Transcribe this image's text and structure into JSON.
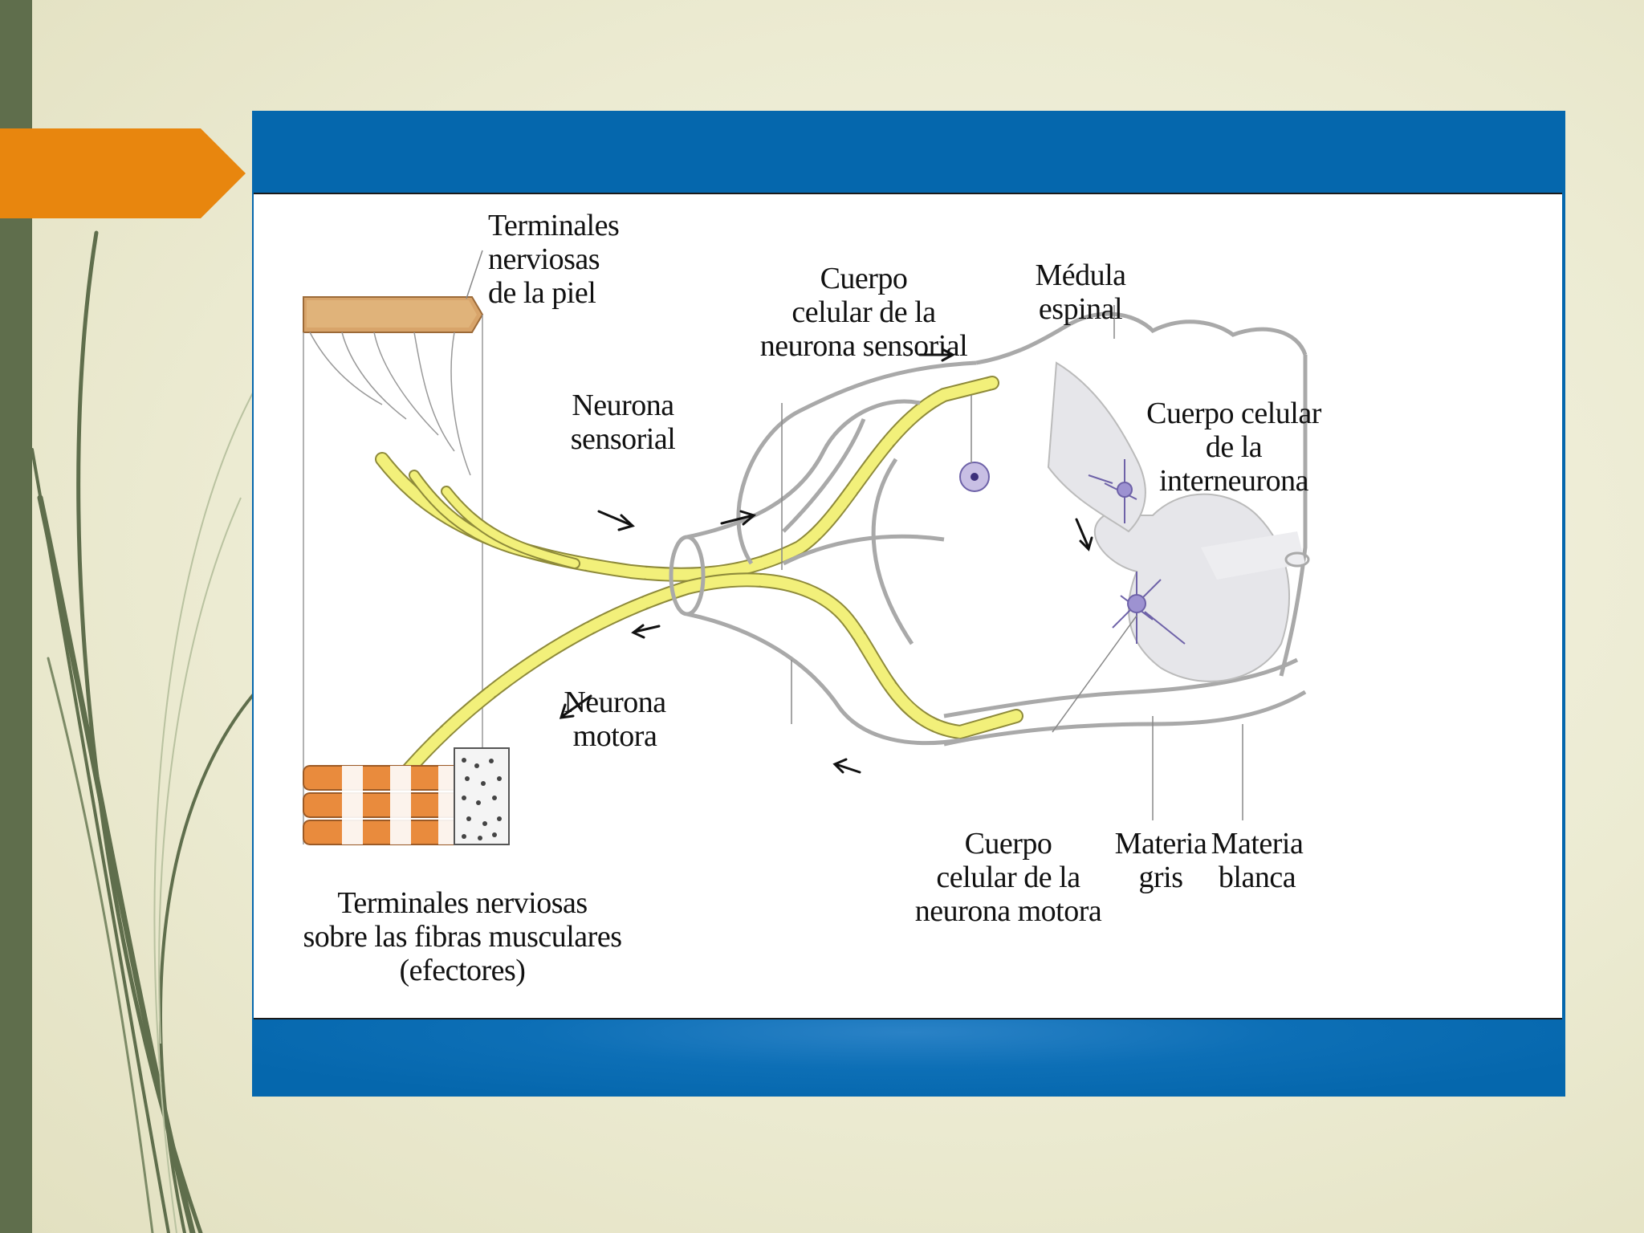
{
  "labels": {
    "skin_terminals": "Terminales\nnerviosas\nde la piel",
    "sensory_body": "Cuerpo\ncelular de la\nneurona sensorial",
    "spinal_cord": "Médula\nespinal",
    "interneuron_body": "Cuerpo celular\nde la\ninterneurona",
    "sensory_neuron": "Neurona\nsensorial",
    "motor_neuron": "Neurona\nmotora",
    "motor_body": "Cuerpo\ncelular de la\nneurona motora",
    "gray_matter": "Materia\ngris",
    "white_matter": "Materia\nblanca",
    "muscle_terminals": "Terminales nerviosas\nsobre las fibras musculares\n(efectores)"
  },
  "colors": {
    "background": "#ecebd2",
    "side_bar": "#5f6e4c",
    "accent_tab": "#e8860e",
    "frame_blue": "#0567ad",
    "nerve_yellow": "#f2f07a",
    "muscle_orange": "#e98b3d",
    "neuron_purple": "#7a6fb0"
  }
}
